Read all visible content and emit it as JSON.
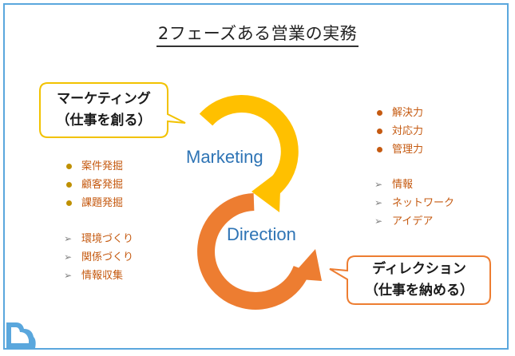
{
  "title": "2フェーズある営業の実務",
  "colors": {
    "frame": "#5aa7dd",
    "marketing_arrow": "#ffc000",
    "direction_arrow": "#ed7d31",
    "marketing_callout_border": "#f2c200",
    "direction_callout_border": "#ed7d31",
    "label_blue": "#2e74b5",
    "list_text": "#c55a11"
  },
  "marketing": {
    "label": "Marketing",
    "callout_line1": "マーケティング",
    "callout_line2": "（仕事を創る）",
    "bullets": [
      "案件発掘",
      "顧客発掘",
      "課題発掘"
    ],
    "arrows": [
      "環境づくり",
      "関係づくり",
      "情報収集"
    ]
  },
  "direction": {
    "label": "Direction",
    "callout_line1": "ディレクション",
    "callout_line2": "（仕事を納める）",
    "bullets": [
      "解決力",
      "対応力",
      "管理力"
    ],
    "arrows": [
      "情報",
      "ネットワーク",
      "アイデア"
    ]
  },
  "icons": {
    "logo": "corner-logo-icon",
    "bullet": "dot-bullet-icon",
    "arrow_bullet": "arrow-bullet-icon"
  }
}
